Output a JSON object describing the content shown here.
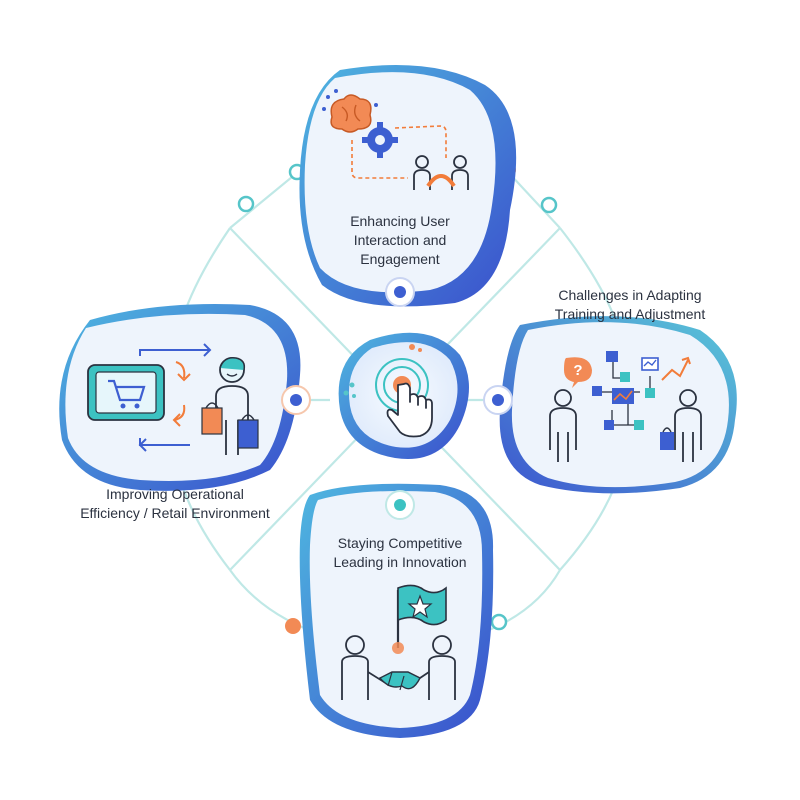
{
  "diagram": {
    "center": {
      "icon": "touch-tap-icon"
    },
    "nodes": [
      {
        "id": "top",
        "label_lines": [
          "Enhancing User",
          "Interaction and",
          "Engagement"
        ],
        "icons": [
          "brain-icon",
          "gear-icon",
          "user-group-icon"
        ]
      },
      {
        "id": "right",
        "label_lines": [
          "Challenges in Adapting",
          "Training and Adjustment"
        ],
        "icons": [
          "question-bubble-icon",
          "person-icon",
          "flowchart-icon",
          "person-with-bag-icon"
        ]
      },
      {
        "id": "left",
        "label_lines": [
          "Improving Operational",
          "Efficiency / Retail Environment"
        ],
        "icons": [
          "tablet-cart-icon",
          "cycle-arrows-icon",
          "shopper-icon",
          "shopping-bags-icon"
        ]
      },
      {
        "id": "bottom",
        "label_lines": [
          "Staying Competitive",
          "Leading in Innovation"
        ],
        "icons": [
          "star-flag-icon",
          "person-icon",
          "handshake-icon"
        ]
      }
    ],
    "colors": {
      "primary_blue": "#3d5fd1",
      "teal": "#3cc2c2",
      "orange": "#f27c3a",
      "connector": "#bfe8e6",
      "card_fill": "#eef4fc",
      "text": "#2b3240"
    }
  }
}
